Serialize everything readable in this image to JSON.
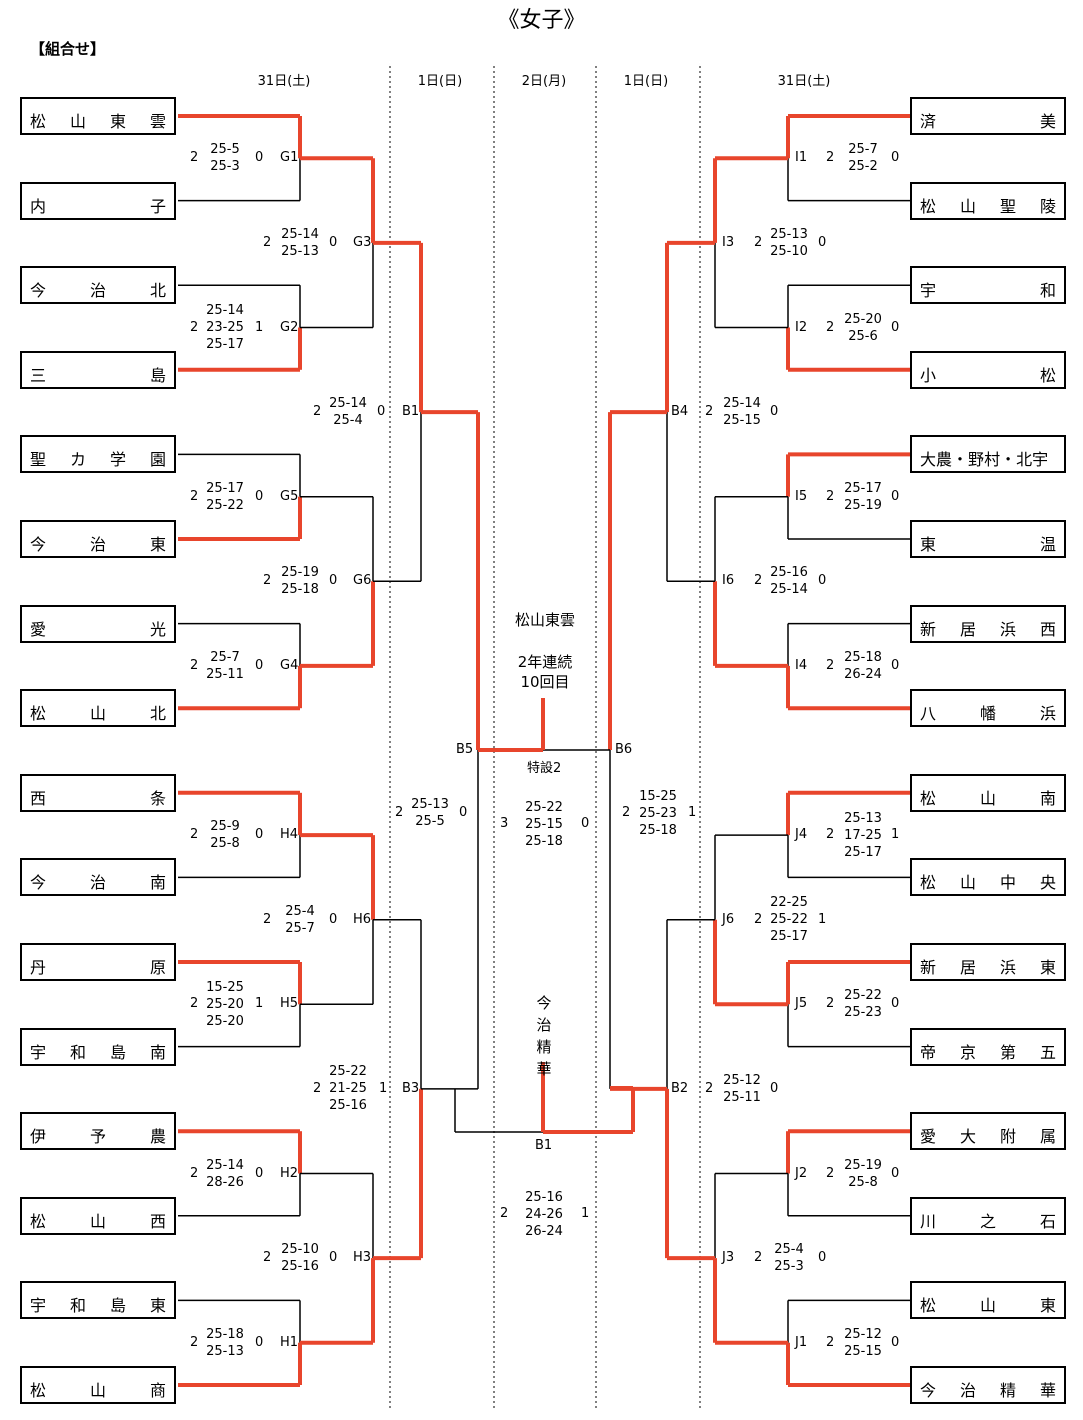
{
  "title": "《女子》",
  "section_label": "【組合せ】",
  "day_headers": [
    {
      "id": "left-31",
      "text": "31日(土)"
    },
    {
      "id": "left-1",
      "text": "1日(日)"
    },
    {
      "id": "center-2",
      "text": "2日(月)"
    },
    {
      "id": "right-1",
      "text": "1日(日)"
    },
    {
      "id": "right-31",
      "text": "31日(土)"
    }
  ],
  "left_teams": [
    "松山東雲",
    "内子",
    "今治北",
    "三島",
    "聖カ学園",
    "今治東",
    "愛光",
    "松山北",
    "西条",
    "今治南",
    "丹原",
    "宇和島南",
    "伊予農",
    "松山西",
    "宇和島東",
    "松山商"
  ],
  "right_teams": [
    "済美",
    "松山聖陵",
    "宇和",
    "小松",
    "大農・野村・北宇",
    "東温",
    "新居浜西",
    "八幡浜",
    "松山南",
    "松山中央",
    "新居浜東",
    "帝京第五",
    "愛大附属",
    "川之石",
    "松山東",
    "今治精華"
  ],
  "match_codes": [
    "G1",
    "G2",
    "G3",
    "G5",
    "G4",
    "G6",
    "H4",
    "H5",
    "H6",
    "H2",
    "H1",
    "H3",
    "B1",
    "B5",
    "B3",
    "I1",
    "I2",
    "I3",
    "I5",
    "I4",
    "I6",
    "J4",
    "J5",
    "J6",
    "J2",
    "J1",
    "J3",
    "B4",
    "B6",
    "B2",
    "特設2",
    "B1"
  ],
  "scores": {
    "G1": {
      "w": "2",
      "sets": "25-5\n25-3",
      "l": "0"
    },
    "G3": {
      "w": "2",
      "sets": "25-14\n25-13",
      "l": "0"
    },
    "G2": {
      "w": "2",
      "sets": "25-14\n23-25\n25-17",
      "l": "1"
    },
    "B1L": {
      "w": "2",
      "sets": "25-14\n25-4",
      "l": "0"
    },
    "G5": {
      "w": "2",
      "sets": "25-17\n25-22",
      "l": "0"
    },
    "G6": {
      "w": "2",
      "sets": "25-19\n25-18",
      "l": "0"
    },
    "G4": {
      "w": "2",
      "sets": "25-7\n25-11",
      "l": "0"
    },
    "B5": {
      "w": "2",
      "sets": "25-13\n25-5",
      "l": "0"
    },
    "H4": {
      "w": "2",
      "sets": "25-9\n25-8",
      "l": "0"
    },
    "H6": {
      "w": "2",
      "sets": "25-4\n25-7",
      "l": "0"
    },
    "H5": {
      "w": "2",
      "sets": "15-25\n25-20\n25-20",
      "l": "1"
    },
    "B3": {
      "w": "2",
      "sets": "25-22\n21-25\n25-16",
      "l": "1"
    },
    "H2": {
      "w": "2",
      "sets": "25-14\n28-26",
      "l": "0"
    },
    "H3": {
      "w": "2",
      "sets": "25-10\n25-16",
      "l": "0"
    },
    "H1": {
      "w": "2",
      "sets": "25-18\n25-13",
      "l": "0"
    },
    "I1": {
      "w": "2",
      "sets": "25-7\n25-2",
      "l": "0"
    },
    "I3": {
      "w": "2",
      "sets": "25-13\n25-10",
      "l": "0"
    },
    "I2": {
      "w": "2",
      "sets": "25-20\n25-6",
      "l": "0"
    },
    "B4": {
      "w": "2",
      "sets": "25-14\n25-15",
      "l": "0"
    },
    "I5": {
      "w": "2",
      "sets": "25-17\n25-19",
      "l": "0"
    },
    "I6": {
      "w": "2",
      "sets": "25-16\n25-14",
      "l": "0"
    },
    "I4": {
      "w": "2",
      "sets": "25-18\n26-24",
      "l": "0"
    },
    "B6": {
      "w": "2",
      "sets": "15-25\n25-23\n25-18",
      "l": "1"
    },
    "J4": {
      "w": "2",
      "sets": "25-13\n17-25\n25-17",
      "l": "1"
    },
    "J6": {
      "w": "2",
      "sets": "22-25\n25-22\n25-17",
      "l": "1"
    },
    "J5": {
      "w": "2",
      "sets": "25-22\n25-23",
      "l": "0"
    },
    "B2": {
      "w": "2",
      "sets": "25-12\n25-11",
      "l": "0"
    },
    "J2": {
      "w": "2",
      "sets": "25-19\n25-8",
      "l": "0"
    },
    "J3": {
      "w": "2",
      "sets": "25-4\n25-3",
      "l": "0"
    },
    "J1": {
      "w": "2",
      "sets": "25-12\n25-15",
      "l": "0"
    },
    "FINAL": {
      "w": "3",
      "sets": "25-22\n25-15\n25-18",
      "l": "0"
    },
    "SEMI3": {
      "w": "2",
      "sets": "25-16\n24-26\n26-24",
      "l": "1"
    }
  },
  "champion": {
    "name": "松山東雲",
    "note": "2年連続\n10回目"
  },
  "runner_up": "今\n治\n精\n華",
  "colors": {
    "winner_line": "#e8452c",
    "line": "#000000"
  }
}
